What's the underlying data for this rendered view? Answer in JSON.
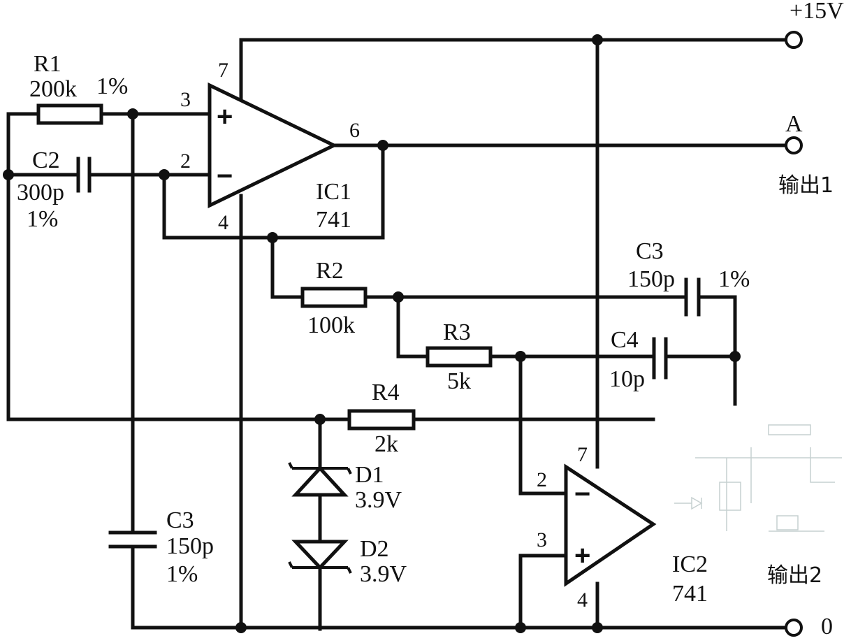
{
  "terminals": {
    "vcc": "+15V",
    "out_a": "A",
    "output1": "输出1",
    "output2": "输出2",
    "ground": "0"
  },
  "ic1": {
    "name": "IC1",
    "part": "741",
    "pin_noninv": "3",
    "pin_inv": "2",
    "pin_vplus": "7",
    "pin_vminus": "4",
    "pin_out": "6",
    "plus": "+",
    "minus": "−"
  },
  "ic2": {
    "name": "IC2",
    "part": "741",
    "pin_inv": "2",
    "pin_noninv": "3",
    "pin_vplus": "7",
    "pin_vminus": "4",
    "plus": "+",
    "minus": "−"
  },
  "r1": {
    "name": "R1",
    "value": "200k",
    "tol": "1%"
  },
  "c2": {
    "name": "C2",
    "value": "300p",
    "tol": "1%"
  },
  "r2": {
    "name": "R2",
    "value": "100k"
  },
  "c3_top": {
    "name": "C3",
    "value": "150p",
    "tol": "1%"
  },
  "r3": {
    "name": "R3",
    "value": "5k"
  },
  "c4": {
    "name": "C4",
    "value": "10p"
  },
  "r4": {
    "name": "R4",
    "value": "2k"
  },
  "d1": {
    "name": "D1",
    "value": "3.9V"
  },
  "d2": {
    "name": "D2",
    "value": "3.9V"
  },
  "c3_bot": {
    "name": "C3",
    "value": "150p",
    "tol": "1%"
  }
}
